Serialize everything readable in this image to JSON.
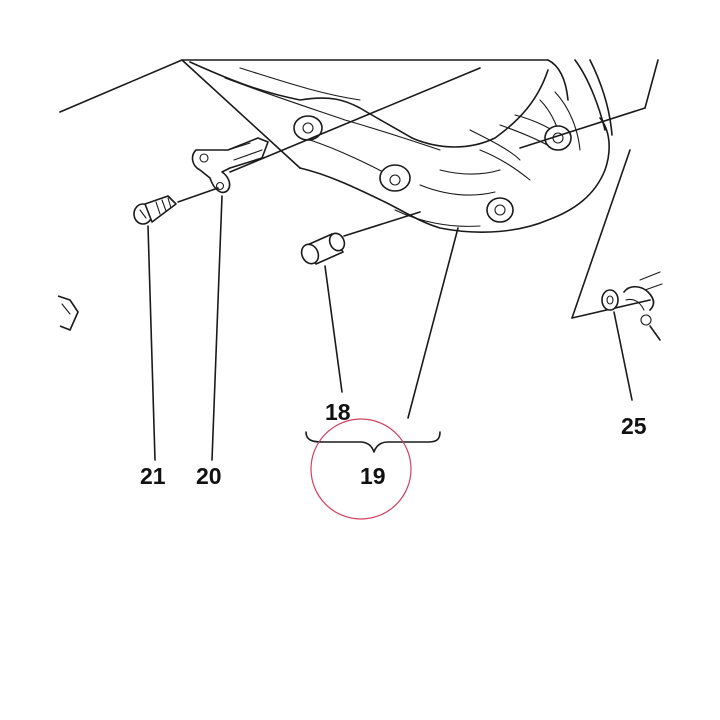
{
  "callouts": {
    "c18": "18",
    "c19": "19",
    "c20": "20",
    "c21": "21",
    "c25": "25"
  },
  "colors": {
    "line": "#1a1a1a",
    "highlight_circle": "#d04060",
    "background": "#ffffff"
  },
  "icons": {
    "screw": "screw-icon",
    "bracket": "bracket-icon",
    "bushing": "bushing-icon",
    "washer": "washer-icon"
  }
}
